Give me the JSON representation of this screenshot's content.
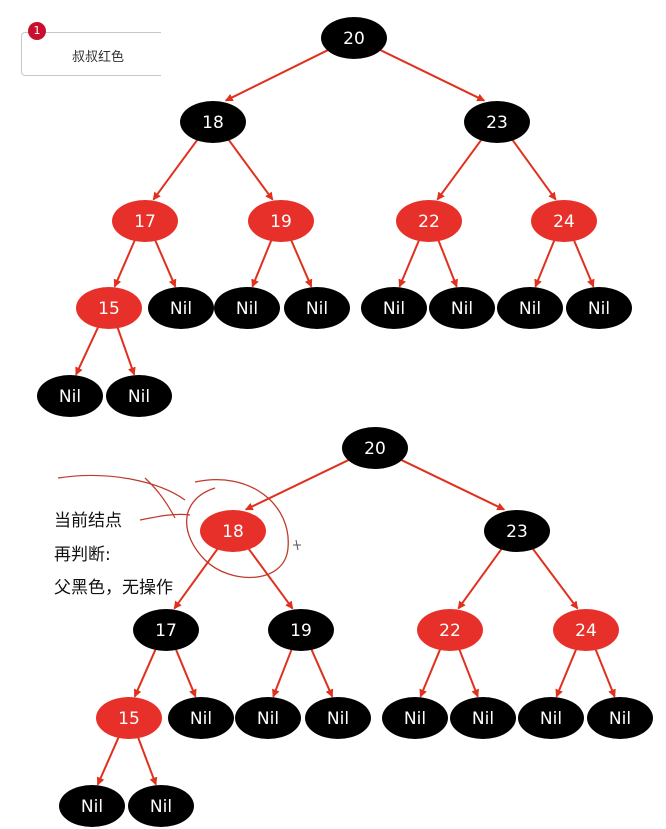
{
  "card": {
    "badge": "1",
    "label": "叔叔红色"
  },
  "note": {
    "line1": "当前结点",
    "line2": "再判断:",
    "line3": "父黑色，无操作"
  },
  "colors": {
    "red": "#e8302a",
    "black": "#000000",
    "edge": "#e0301e",
    "ink": "#c0392b"
  },
  "trees": [
    {
      "nodes": [
        {
          "id": "a20",
          "label": "20",
          "color": "black"
        },
        {
          "id": "a18",
          "label": "18",
          "color": "black"
        },
        {
          "id": "a23",
          "label": "23",
          "color": "black"
        },
        {
          "id": "a17",
          "label": "17",
          "color": "red"
        },
        {
          "id": "a19",
          "label": "19",
          "color": "red"
        },
        {
          "id": "a22",
          "label": "22",
          "color": "red"
        },
        {
          "id": "a24",
          "label": "24",
          "color": "red"
        },
        {
          "id": "a15",
          "label": "15",
          "color": "red"
        },
        {
          "id": "an1",
          "label": "Nil",
          "color": "black"
        },
        {
          "id": "an2",
          "label": "Nil",
          "color": "black"
        },
        {
          "id": "an3",
          "label": "Nil",
          "color": "black"
        },
        {
          "id": "an4",
          "label": "Nil",
          "color": "black"
        },
        {
          "id": "an5",
          "label": "Nil",
          "color": "black"
        },
        {
          "id": "an6",
          "label": "Nil",
          "color": "black"
        },
        {
          "id": "an7",
          "label": "Nil",
          "color": "black"
        },
        {
          "id": "an8",
          "label": "Nil",
          "color": "black"
        },
        {
          "id": "an9",
          "label": "Nil",
          "color": "black"
        }
      ],
      "edges": [
        [
          "a20",
          "a18"
        ],
        [
          "a20",
          "a23"
        ],
        [
          "a18",
          "a17"
        ],
        [
          "a18",
          "a19"
        ],
        [
          "a23",
          "a22"
        ],
        [
          "a23",
          "a24"
        ],
        [
          "a17",
          "a15"
        ],
        [
          "a17",
          "an1"
        ],
        [
          "a19",
          "an2"
        ],
        [
          "a19",
          "an3"
        ],
        [
          "a22",
          "an4"
        ],
        [
          "a22",
          "an5"
        ],
        [
          "a24",
          "an6"
        ],
        [
          "a24",
          "an7"
        ],
        [
          "a15",
          "an8"
        ],
        [
          "a15",
          "an9"
        ]
      ]
    },
    {
      "nodes": [
        {
          "id": "b20",
          "label": "20",
          "color": "black"
        },
        {
          "id": "b18",
          "label": "18",
          "color": "red"
        },
        {
          "id": "b23",
          "label": "23",
          "color": "black"
        },
        {
          "id": "b17",
          "label": "17",
          "color": "black"
        },
        {
          "id": "b19",
          "label": "19",
          "color": "black"
        },
        {
          "id": "b22",
          "label": "22",
          "color": "red"
        },
        {
          "id": "b24",
          "label": "24",
          "color": "red"
        },
        {
          "id": "b15",
          "label": "15",
          "color": "red"
        },
        {
          "id": "bn1",
          "label": "Nil",
          "color": "black"
        },
        {
          "id": "bn2",
          "label": "Nil",
          "color": "black"
        },
        {
          "id": "bn3",
          "label": "Nil",
          "color": "black"
        },
        {
          "id": "bn4",
          "label": "Nil",
          "color": "black"
        },
        {
          "id": "bn5",
          "label": "Nil",
          "color": "black"
        },
        {
          "id": "bn6",
          "label": "Nil",
          "color": "black"
        },
        {
          "id": "bn7",
          "label": "Nil",
          "color": "black"
        },
        {
          "id": "bn8",
          "label": "Nil",
          "color": "black"
        },
        {
          "id": "bn9",
          "label": "Nil",
          "color": "black"
        }
      ],
      "edges": [
        [
          "b20",
          "b18"
        ],
        [
          "b20",
          "b23"
        ],
        [
          "b18",
          "b17"
        ],
        [
          "b18",
          "b19"
        ],
        [
          "b23",
          "b22"
        ],
        [
          "b23",
          "b24"
        ],
        [
          "b17",
          "b15"
        ],
        [
          "b17",
          "bn1"
        ],
        [
          "b19",
          "bn2"
        ],
        [
          "b19",
          "bn3"
        ],
        [
          "b22",
          "bn4"
        ],
        [
          "b22",
          "bn5"
        ],
        [
          "b24",
          "bn6"
        ],
        [
          "b24",
          "bn7"
        ],
        [
          "b15",
          "bn8"
        ],
        [
          "b15",
          "bn9"
        ]
      ]
    }
  ]
}
